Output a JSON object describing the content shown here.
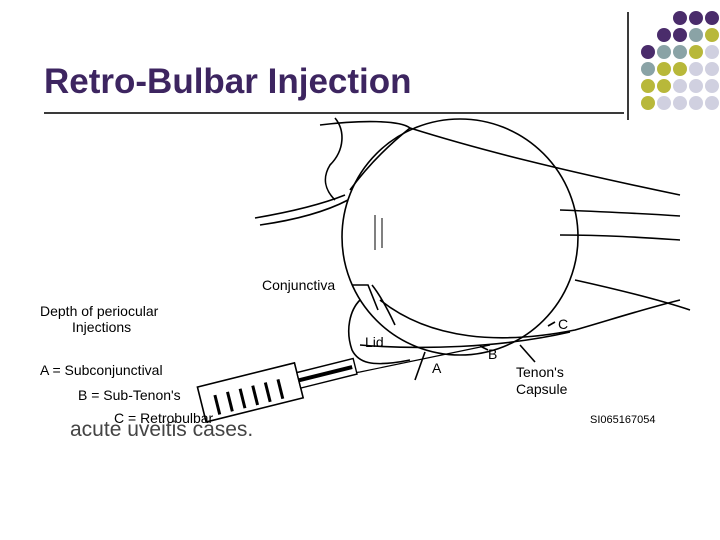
{
  "slide": {
    "title": "Retro-Bulbar Injection",
    "partial_bullet_text": "acute uveitis cases."
  },
  "decor": {
    "dot_colors": {
      "purple": "#4a2c6b",
      "teal": "#8aa3a6",
      "olive": "#b8b83a",
      "lavender": "#d0d0e0"
    }
  },
  "diagram": {
    "labels": {
      "conjunctiva": "Conjunctiva",
      "lid": "Lid",
      "a": "A",
      "b": "B",
      "c": "C",
      "tenons": "Tenon's",
      "capsule": "Capsule",
      "depth_line1": "Depth of periocular",
      "depth_line2": "Injections",
      "legend_a": "A = Subconjunctival",
      "legend_b": "B = Sub-Tenon's",
      "legend_c": "C = Retrobulbar",
      "image_id": "SI065167054"
    }
  }
}
